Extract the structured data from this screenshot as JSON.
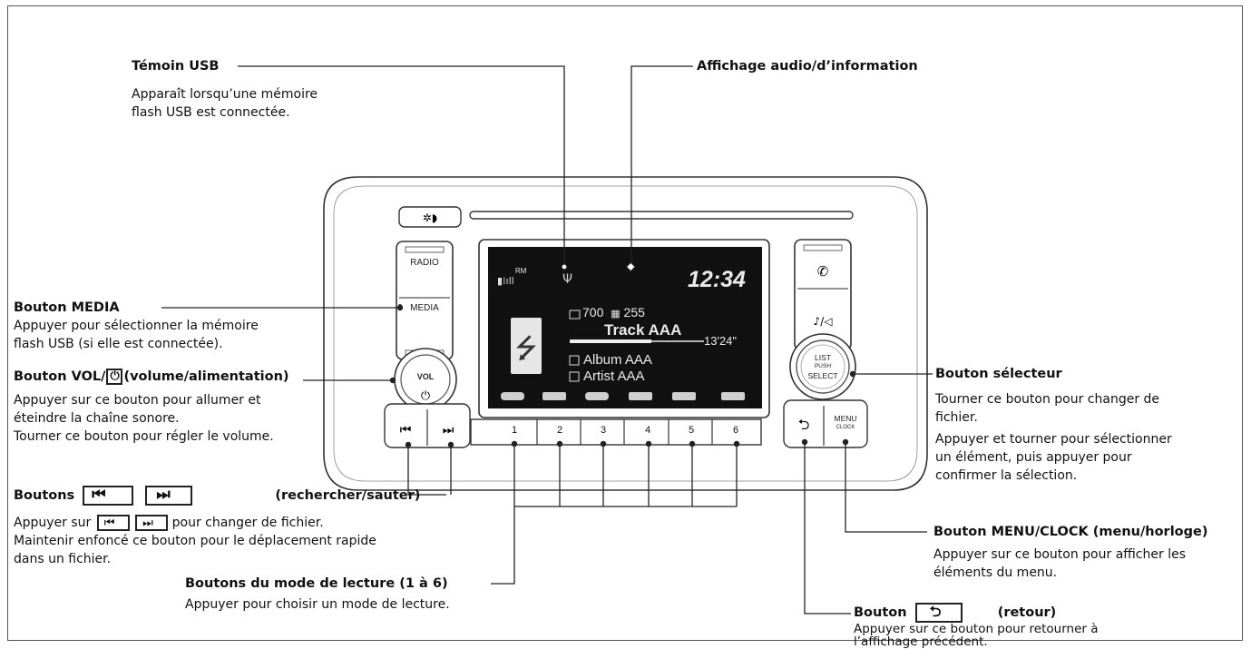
{
  "labels": {
    "usb_title": "Témoin USB",
    "usb_desc": [
      "Apparaît lorsqu’une mémoire",
      "flash USB est connectée."
    ],
    "display_title": "Affichage audio/d’information",
    "media_title": "Bouton MEDIA",
    "media_desc": [
      "Appuyer pour sélectionner la mémoire",
      "flash USB (si elle est connectée)."
    ],
    "vol_title_a": "Bouton VOL/",
    "vol_title_b": "(volume/alimentation)",
    "vol_desc": [
      "Appuyer sur ce bouton pour allumer et",
      "éteindre la chaîne sonore.",
      "Tourner ce bouton pour régler le volume."
    ],
    "seek_title_a": "Boutons",
    "seek_title_b": "(rechercher/sauter)",
    "seek_desc_a": "Appuyer sur",
    "seek_desc_b": "pour changer de fichier.",
    "seek_desc": [
      "Maintenir enfoncé ce bouton pour le déplacement rapide",
      "dans un fichier."
    ],
    "mode_title": "Boutons du mode de lecture (1 à 6)",
    "mode_desc": "Appuyer pour choisir un mode de lecture.",
    "selector_title": "Bouton sélecteur",
    "selector_desc": [
      "Tourner ce bouton pour changer de",
      "fichier.",
      "Appuyer et tourner pour sélectionner",
      "un élément, puis appuyer pour",
      "confirmer la sélection."
    ],
    "menu_title": "Bouton MENU/CLOCK (menu/horloge)",
    "menu_desc": [
      "Appuyer sur ce bouton pour afficher les",
      "éléments du menu."
    ],
    "back_title_a": "Bouton",
    "back_title_b": "(retour)",
    "back_desc": [
      "Appuyer sur ce bouton pour retourner à",
      "l’affichage précédent."
    ]
  },
  "panel": {
    "radio": "RADIO",
    "media": "MEDIA",
    "vol": "VOL",
    "list_lines": [
      "LIST",
      "PUSH",
      "SELECT"
    ],
    "menu": "MENU",
    "clock": "CLOCK",
    "mode_keys": [
      "1",
      "2",
      "3",
      "4",
      "5",
      "6"
    ]
  },
  "screen": {
    "rm": "RM",
    "time": "12:34",
    "folder_count": "700",
    "track_count": "255",
    "track": "Track AAA",
    "elapsed": "13'24\"",
    "album": "Album AAA",
    "artist": "Artist AAA"
  }
}
